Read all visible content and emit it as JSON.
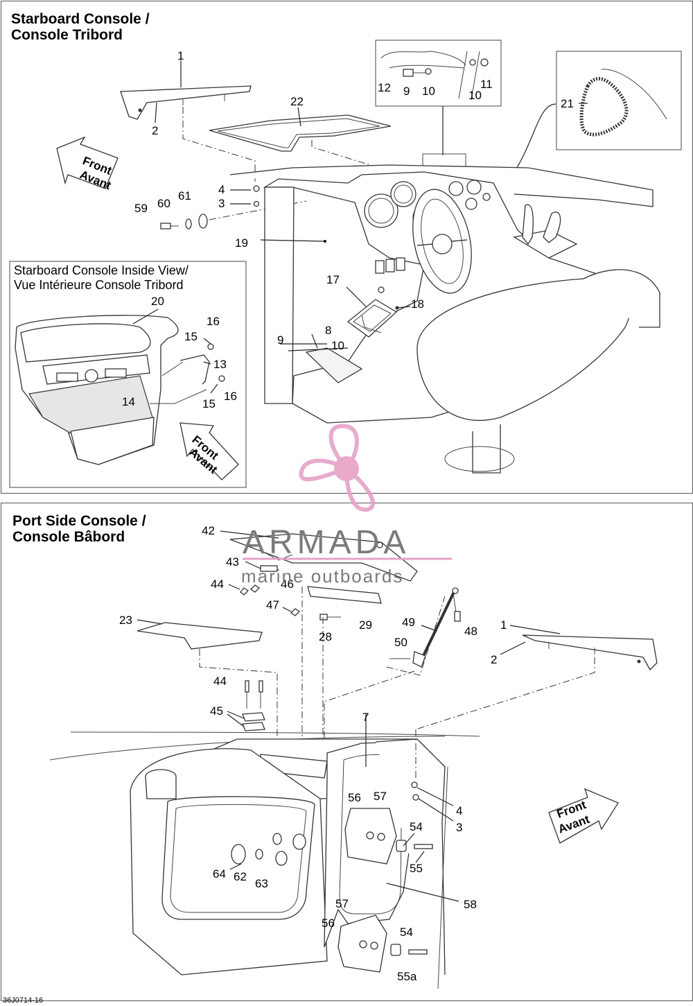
{
  "top_section": {
    "title_line1": "Starboard Console /",
    "title_line2": "Console Tribord",
    "inset_title_line1": "Starboard Console Inside View/",
    "inset_title_line2": "Vue Intérieure Console Tribord",
    "direction_line1": "Front",
    "direction_line2": "Avant",
    "inset_direction_line1": "Front",
    "inset_direction_line2": "Avant",
    "callouts": {
      "c1": "1",
      "c2": "2",
      "c22": "22",
      "c12": "12",
      "c9a": "9",
      "c10a": "10",
      "c10b": "10",
      "c11": "11",
      "c21": "21",
      "c4": "4",
      "c3": "3",
      "c59": "59",
      "c60": "60",
      "c61": "61",
      "c19": "19",
      "c17": "17",
      "c18": "18",
      "c9b": "9",
      "c8": "8",
      "c10c": "10",
      "c20": "20",
      "c16a": "16",
      "c15a": "15",
      "c13": "13",
      "c16b": "16",
      "c15b": "15",
      "c14": "14"
    }
  },
  "bottom_section": {
    "title_line1": "Port Side Console /",
    "title_line2": "Console Bâbord",
    "direction_line1": "Front",
    "direction_line2": "Avant",
    "callouts": {
      "c42": "42",
      "c43": "43",
      "c46": "46",
      "c44a": "44",
      "c47": "47",
      "c28": "28",
      "c29": "29",
      "c49": "49",
      "c48": "48",
      "c23": "23",
      "c50": "50",
      "c1": "1",
      "c2": "2",
      "c44b": "44",
      "c45": "45",
      "c7": "7",
      "c4": "4",
      "c3": "3",
      "c56a": "56",
      "c57a": "57",
      "c54a": "54",
      "c55": "55",
      "c64": "64",
      "c62": "62",
      "c63": "63",
      "c58": "58",
      "c57b": "57",
      "c56b": "56",
      "c54b": "54",
      "c55a": "55a"
    }
  },
  "watermark": {
    "brand": "ARMADA",
    "tagline": "marine outboards",
    "logo_color": "#e5a3c8",
    "logo_center_color": "#e8a0c4"
  },
  "reference_code": "36J0714-16",
  "colors": {
    "line": "#222222",
    "panel_border": "#555555",
    "seal": "#333333"
  }
}
